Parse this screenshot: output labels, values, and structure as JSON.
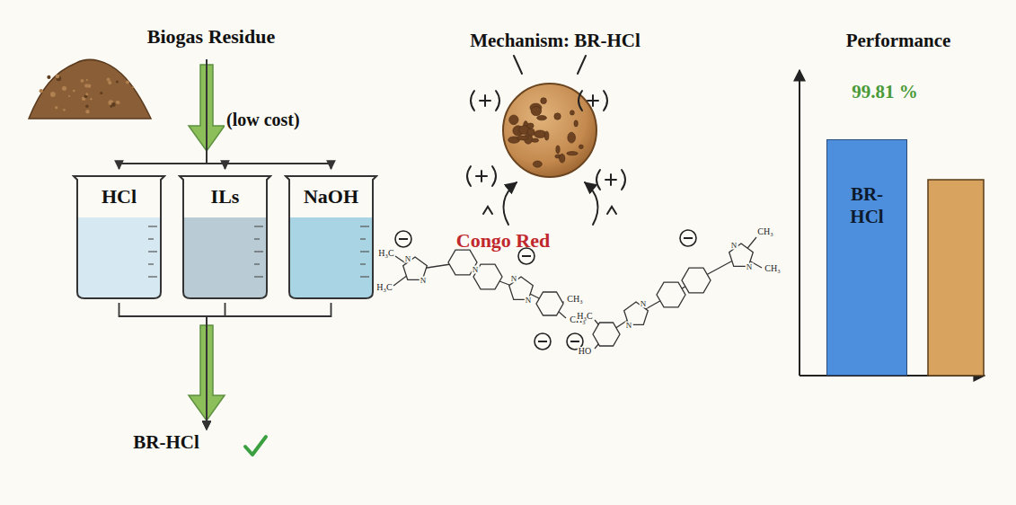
{
  "diagram": {
    "nodes": [
      {
        "text": [
          "Biogas Residue"
        ]
      },
      {
        "text": [
          "HCl"
        ]
      },
      {
        "text": [
          "ILs"
        ]
      },
      {
        "text": [
          "NaOH"
        ]
      },
      {
        "text": [
          "BR-HCl"
        ]
      },
      {
        "text": [
          "BR-HCl"
        ]
      }
    ],
    "edges": [
      {
        "from": 0,
        "to": 1,
        "arrow": "to"
      },
      {
        "from": 0,
        "to": 2,
        "arrow": "to",
        "label": "(low cost)"
      },
      {
        "from": 0,
        "to": 3,
        "arrow": "to"
      },
      {
        "from": 1,
        "to": 4,
        "arrow": "to"
      },
      {
        "from": 2,
        "to": 4,
        "arrow": "to"
      },
      {
        "from": 3,
        "to": 4,
        "arrow": "to"
      }
    ],
    "labels": [
      "Mechanism: BR-HCl",
      "Congo Red",
      "Performance",
      "99.81 %",
      "H₃C",
      "H₃C",
      "CH₃",
      "CH₃",
      "CH₃",
      "CH₃",
      "H₃C",
      "HO",
      "N",
      "N",
      "N",
      "N",
      "N",
      "N",
      "N",
      "N",
      "N"
    ]
  }
}
